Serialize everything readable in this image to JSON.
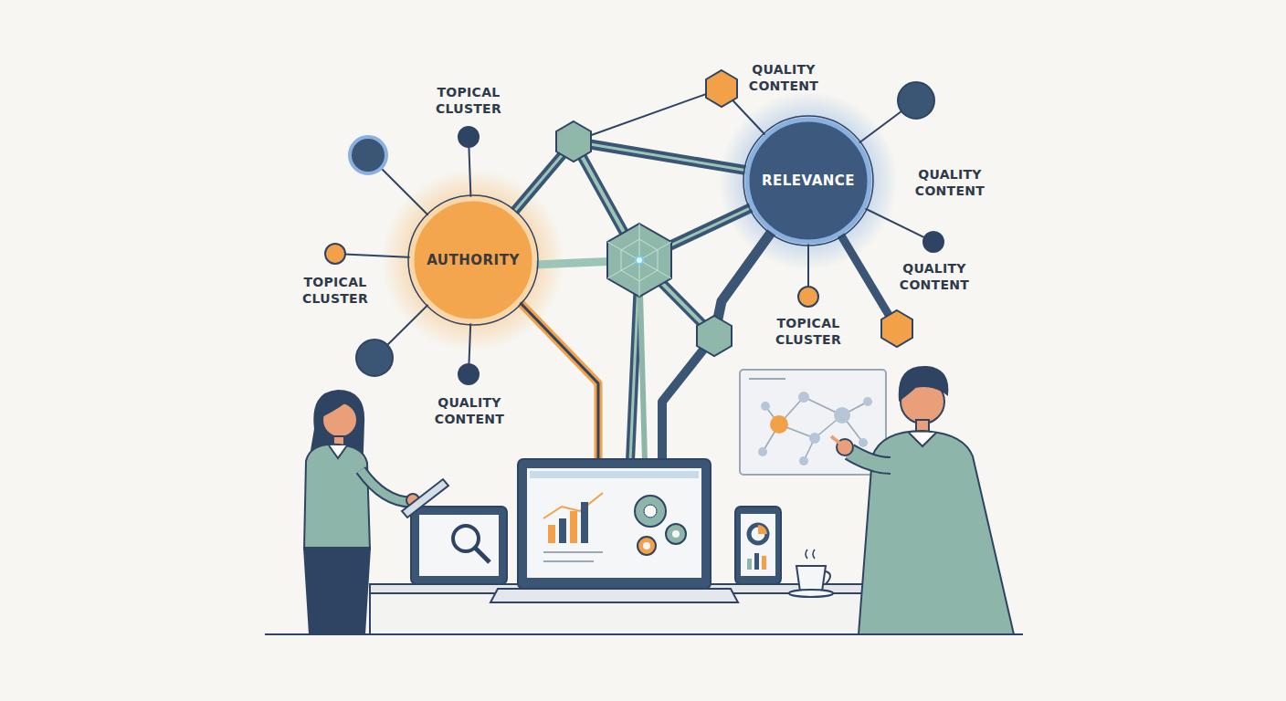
{
  "diagram": {
    "nodes": [
      {
        "text": [
          "AUTHORITY"
        ]
      },
      {
        "text": [
          "RELEVANCE"
        ]
      }
    ],
    "edges": [
      {
        "from": 0,
        "to": 1,
        "arrow": "none"
      }
    ],
    "labels": [
      "QUALITY CONTENT",
      "TOPICAL CLUSTER",
      "QUALITY CONTENT",
      "QUALITY CONTENT",
      "TOPICAL CLUSTER",
      "TOPICAL CLUSTER",
      "QUALITY CONTENT"
    ]
  }
}
